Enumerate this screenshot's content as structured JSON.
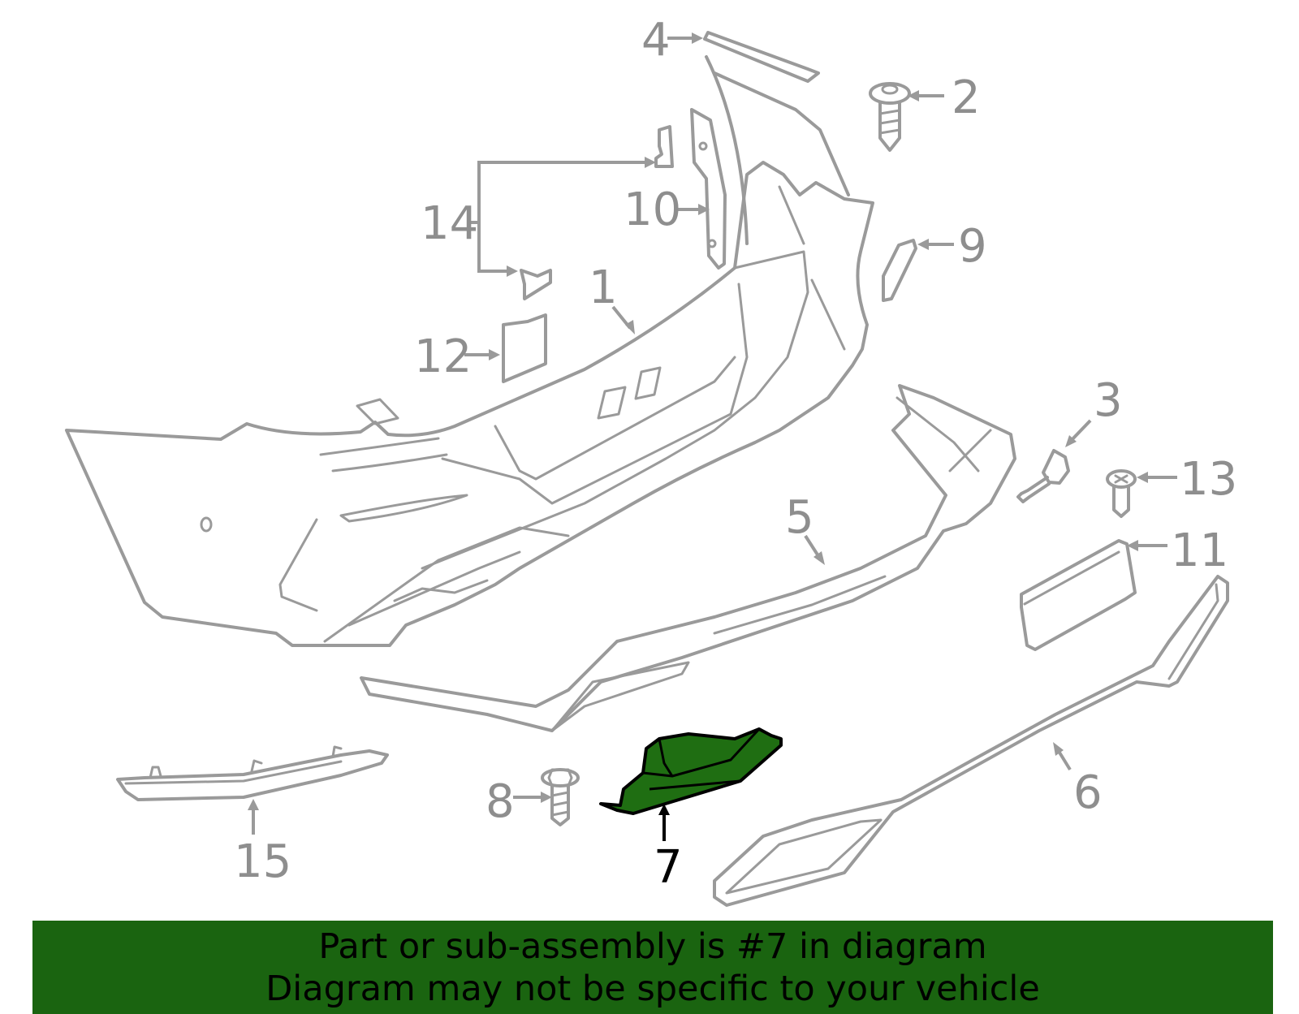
{
  "callouts": [
    {
      "id": "1",
      "label": "1"
    },
    {
      "id": "2",
      "label": "2"
    },
    {
      "id": "3",
      "label": "3"
    },
    {
      "id": "4",
      "label": "4"
    },
    {
      "id": "5",
      "label": "5"
    },
    {
      "id": "6",
      "label": "6"
    },
    {
      "id": "7",
      "label": "7"
    },
    {
      "id": "8",
      "label": "8"
    },
    {
      "id": "9",
      "label": "9"
    },
    {
      "id": "10",
      "label": "10"
    },
    {
      "id": "11",
      "label": "11"
    },
    {
      "id": "12",
      "label": "12"
    },
    {
      "id": "13",
      "label": "13"
    },
    {
      "id": "14",
      "label": "14"
    },
    {
      "id": "15",
      "label": "15"
    }
  ],
  "highlighted_part": "7",
  "colors": {
    "part_stroke": "#9a9a9a",
    "highlight_fill": "#1f6e12",
    "banner_bg": "#1a6410",
    "banner_text": "#000000"
  },
  "banner": {
    "line1": "Part or sub-assembly is #7 in diagram",
    "line2": "Diagram may not be specific to your vehicle"
  }
}
